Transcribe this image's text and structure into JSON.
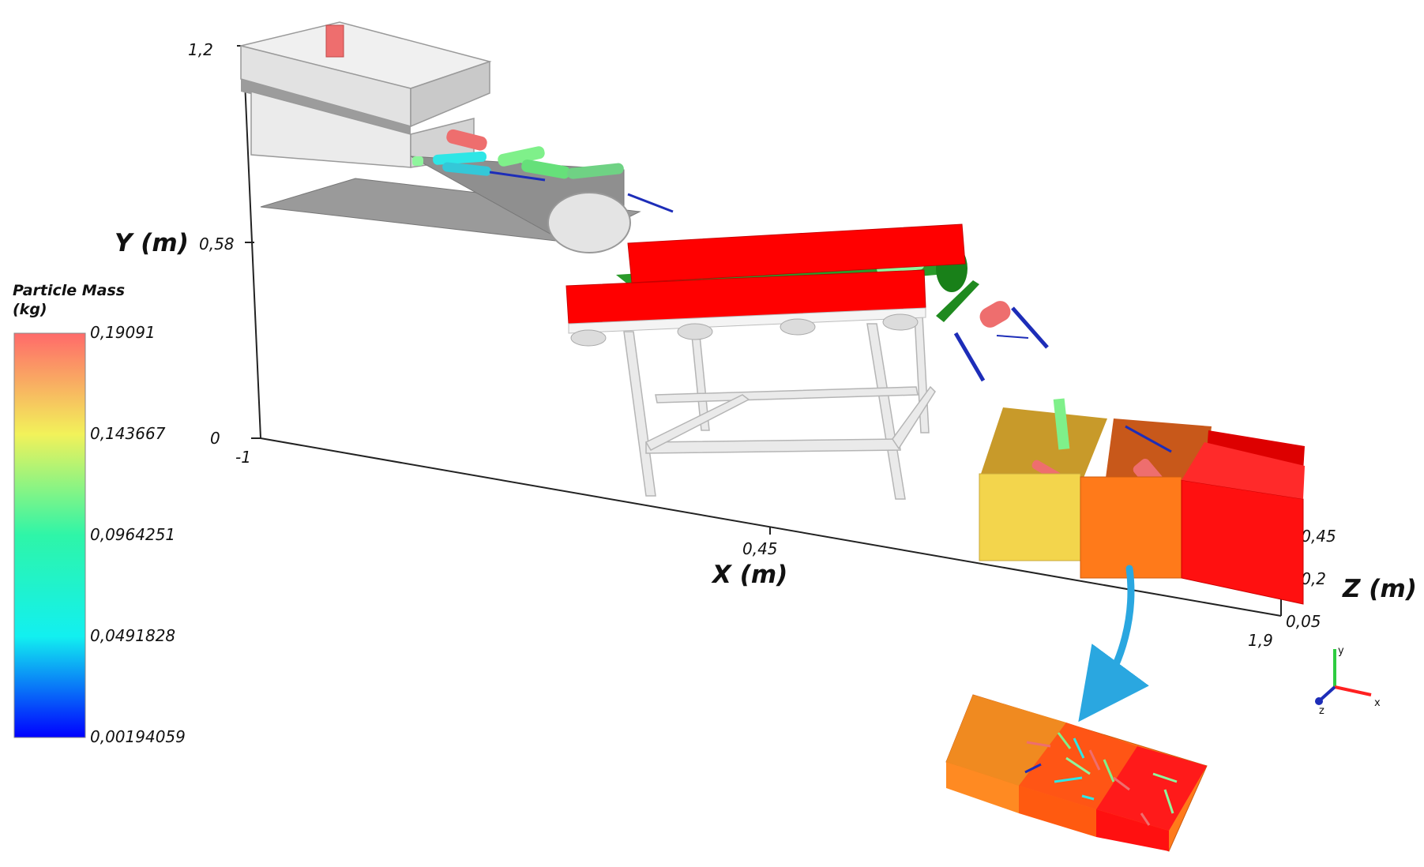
{
  "axes": {
    "y": {
      "title": "Y (m)",
      "ticks": [
        "1,2",
        "0,58",
        "0"
      ]
    },
    "x": {
      "title": "X (m)",
      "ticks": [
        "-1",
        "0,45",
        "1,9"
      ]
    },
    "z": {
      "title": "Z (m)",
      "ticks": [
        "-0,45",
        "-0,2",
        "0,05"
      ]
    }
  },
  "legend": {
    "title_line1": "Particle Mass",
    "title_line2": "(kg)",
    "values": [
      "0,19091",
      "0,143667",
      "0,0964251",
      "0,0491828",
      "0,00194059"
    ],
    "colors": [
      "#ff6a6a",
      "#f2f25a",
      "#2ef5a8",
      "#12f0f0",
      "#0000ff"
    ]
  },
  "orientation": {
    "y": "y",
    "z": "z",
    "x": "x"
  },
  "colors": {
    "hopper": "#e6e6e6",
    "belt": "#bdbdbd",
    "green_conveyor": "#1f7a1f",
    "red_rail": "#ff0000",
    "frame": "#e8e8e8",
    "bin_yellow": "#f3d54c",
    "bin_orange": "#ff7a1a",
    "bin_red": "#ff1010",
    "arrow": "#2aa7e0"
  }
}
